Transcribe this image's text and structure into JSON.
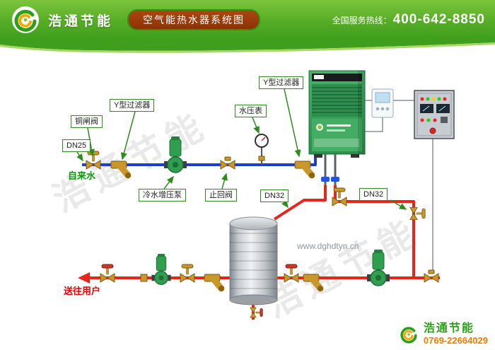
{
  "header": {
    "company": "浩通节能",
    "banner_title": "空气能热水器系统图",
    "hotline_label": "全国服务热线：",
    "hotline_number": "400-642-8850"
  },
  "diagram": {
    "labels": {
      "y_strainer_1": "Y型过滤器",
      "y_strainer_2": "Y型过滤器",
      "pressure_gauge": "水压表",
      "brass_gate_valve": "铜闸阀",
      "dn25": "DN25",
      "cold_booster_pump": "冷水增压泵",
      "check_valve": "止回阀",
      "dn32_supply": "DN32",
      "dn32_return": "DN32",
      "tap_water": "自来水",
      "to_users": "送往用户"
    },
    "watermark": "浩通节能",
    "website": "www.dghdtyn.cn"
  },
  "footer": {
    "brand": "浩通节能",
    "phone": "0769-22664029"
  },
  "colors": {
    "header_green": "#52ab27",
    "banner_red": "#9c3a08",
    "cold_pipe_blue": "#1b3fd0",
    "hot_pipe_red": "#e8241b",
    "brass": "#c9972a",
    "pump_green": "#2f9e4f",
    "phone_orange": "#f07c00"
  }
}
